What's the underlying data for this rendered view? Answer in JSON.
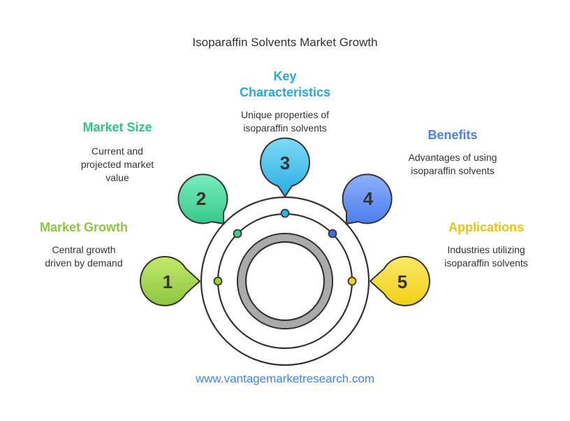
{
  "title": "Isoparaffin Solvents Market Growth",
  "footer": "www.vantagemarketresearch.com",
  "steps": [
    {
      "number": "1",
      "heading": "Market Growth",
      "description_lines": [
        "Central growth",
        "driven by demand"
      ],
      "color": "#9ccc3c"
    },
    {
      "number": "2",
      "heading": "Market Size",
      "description_lines": [
        "Current and",
        "projected market",
        "value"
      ],
      "color": "#3ecf8e"
    },
    {
      "number": "3",
      "heading_lines": [
        "Key",
        "Characteristics"
      ],
      "description_lines": [
        "Unique properties of",
        "isoparaffin solvents"
      ],
      "color": "#29b6e8"
    },
    {
      "number": "4",
      "heading": "Benefits",
      "description_lines": [
        "Advantages of using",
        "isoparaffin solvents"
      ],
      "color": "#4a80ee"
    },
    {
      "number": "5",
      "heading": "Applications",
      "description_lines": [
        "Industries utilizing",
        "isoparaffin solvents"
      ],
      "color": "#f2d21a"
    }
  ]
}
